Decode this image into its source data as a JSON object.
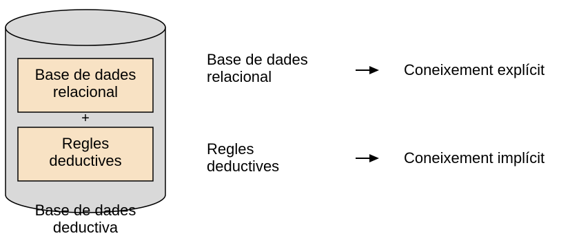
{
  "cylinder": {
    "fill_color": "#d9d9d9",
    "box_fill_color": "#f8e2c4",
    "top_box": {
      "line1": "Base de dades",
      "line2": "relacional"
    },
    "plus": "+",
    "bottom_box": {
      "line1": "Regles",
      "line2": "deductives"
    },
    "caption": {
      "line1": "Base de dades",
      "line2": "deductiva"
    }
  },
  "mappings": [
    {
      "source_line1": "Base de dades",
      "source_line2": "relacional",
      "arrow_icon": "right-arrow-icon",
      "target": "Coneixement explícit"
    },
    {
      "source_line1": "Regles",
      "source_line2": "deductives",
      "arrow_icon": "right-arrow-icon",
      "target": "Coneixement implícit"
    }
  ]
}
